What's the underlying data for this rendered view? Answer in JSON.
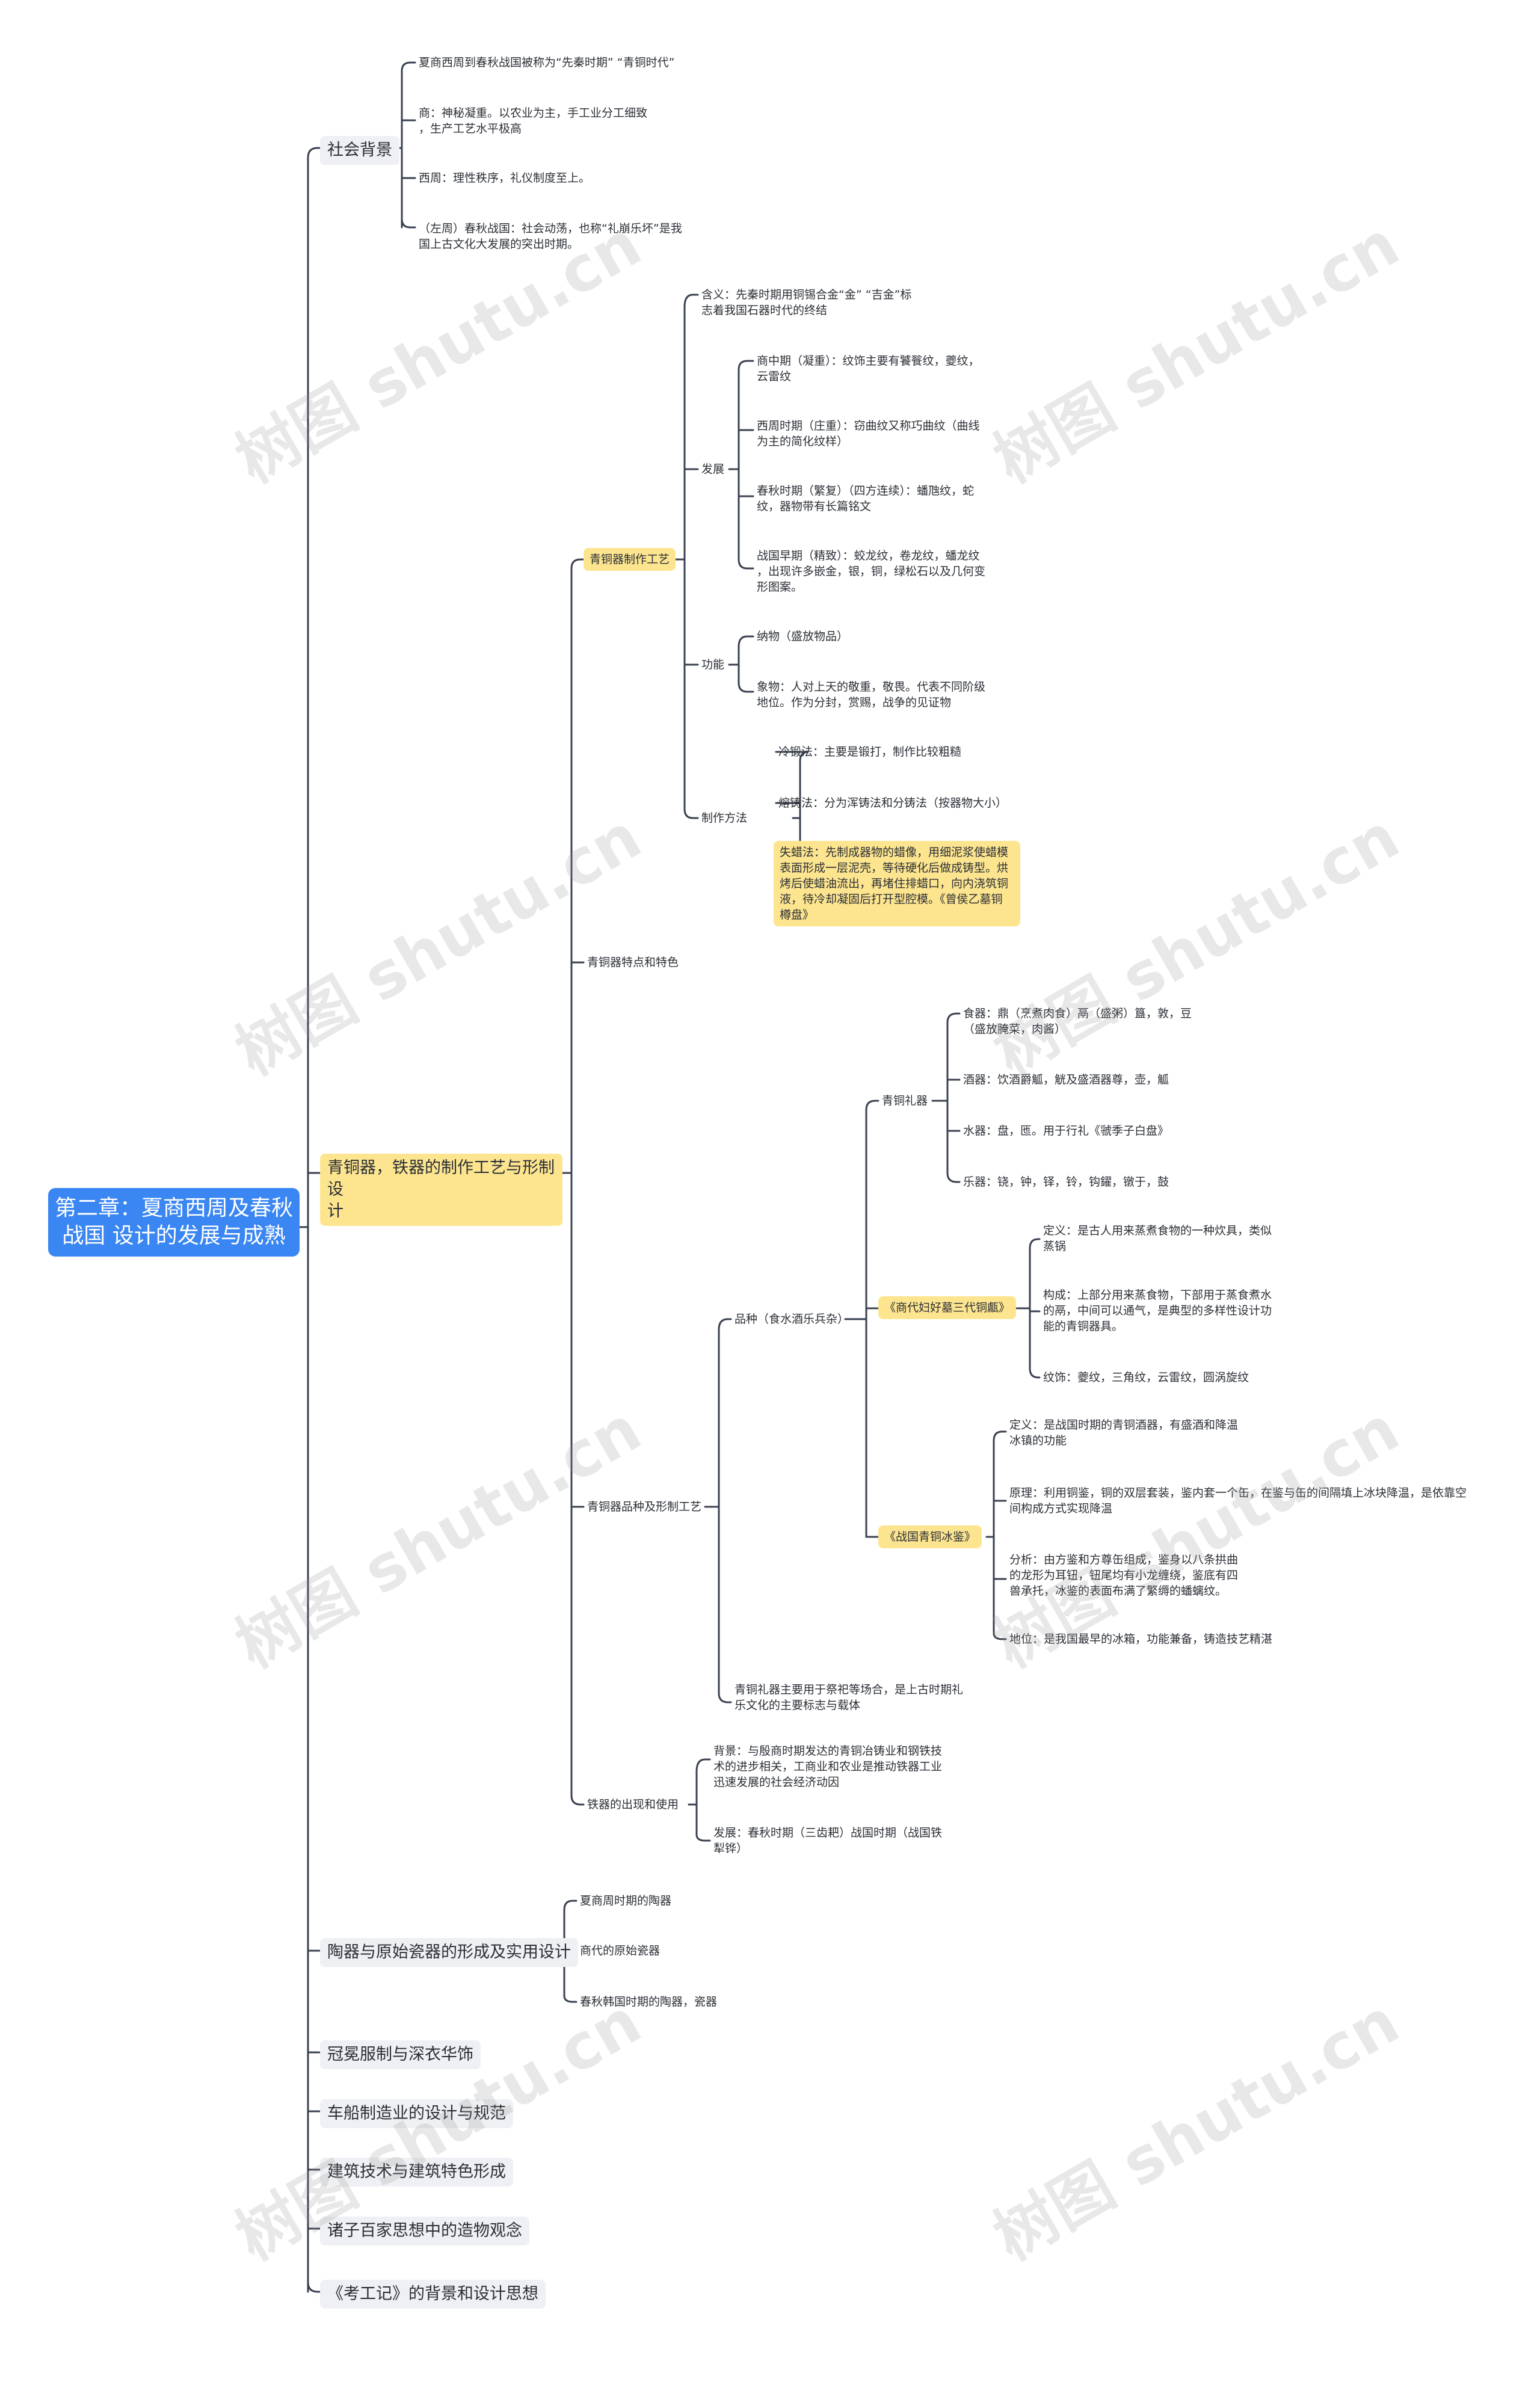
{
  "root": {
    "title": "第二章：夏商西周及春秋\n战国 设计的发展与成熟"
  },
  "watermark": "树图 shutu.cn",
  "social": {
    "label": "社会背景",
    "items": [
      "夏商西周到春秋战国被称为“先秦时期” “青铜时代”",
      "商：神秘凝重。以农业为主，手工业分工细致\n，生产工艺水平极高",
      "西周：理性秩序，礼仪制度至上。",
      "（左周）春秋战国：社会动荡，也称“礼崩乐坏”是我\n国上古文化大发展的突出时期。"
    ]
  },
  "bronze": {
    "label": "青铜器，铁器的制作工艺与形制设\n计",
    "craft": {
      "label": "青铜器制作工艺",
      "meaning": "含义：先秦时期用铜锡合金“金” “吉金”标\n志着我国石器时代的终结",
      "dev_label": "发展",
      "dev": [
        "商中期（凝重）：纹饰主要有饕餮纹，夔纹，\n云雷纹",
        "西周时期（庄重）：窃曲纹又称巧曲纹（曲线\n为主的简化纹样）",
        "春秋时期（繁复）（四方连续）：蟠虺纹，蛇\n纹，器物带有长篇铭文",
        "战国早期（精致）：蛟龙纹，卷龙纹，蟠龙纹\n，出现许多嵌金，银，铜，绿松石以及几何变\n形图案。"
      ],
      "func_label": "功能",
      "func": [
        "纳物（盛放物品）",
        "象物：人对上天的敬重，敬畏。代表不同阶级\n地位。作为分封，赏赐，战争的见证物"
      ],
      "method_label": "制作方法",
      "method": [
        "冷锻法：主要是锻打，制作比较粗糙",
        "熔铸法：分为浑铸法和分铸法（按器物大小）",
        "失蜡法：先制成器物的蜡像，用细泥浆使蜡模\n表面形成一层泥壳，等待硬化后做成铸型。烘\n烤后使蜡油流出，再堵住排蜡口，向内浇筑铜\n液，待冷却凝固后打开型腔模。《曾侯乙墓铜\n樽盘》"
      ]
    },
    "features": {
      "label": "青铜器特点和特色"
    },
    "types": {
      "label": "青铜器品种及形制工艺",
      "variety_label": "品种（食水酒乐兵杂）",
      "ritual_label": "青铜礼器",
      "ritual": [
        "食器：鼎（烹煮肉食）鬲（盛粥）簋，敦，豆\n（盛放腌菜，肉酱）",
        "酒器：饮酒爵觚，觥及盛酒器尊，壶，觚",
        "水器：盘，匜。用于行礼《虢季子白盘》",
        "乐器：铙，钟，铎，铃，钩鑃，镦于，鼓"
      ],
      "yan_label": "《商代妇好墓三代铜甗》",
      "yan": [
        "定义：是古人用来蒸煮食物的一种炊具，类似\n蒸锅",
        "构成：上部分用来蒸食物，下部用于蒸食煮水\n的鬲，中间可以通气，是典型的多样性设计功\n能的青铜器具。",
        "纹饰：夔纹，三角纹，云雷纹，圆涡旋纹"
      ],
      "jian_label": "《战国青铜冰鉴》",
      "jian": [
        "定义：是战国时期的青铜酒器，有盛酒和降温\n冰镇的功能",
        "原理：利用铜鉴，铜的双层套装，鉴内套一个缶，在鉴与缶的间隔填上冰块降温，是依靠空\n间构成方式实现降温",
        "分析：由方鉴和方尊缶组成，鉴身以八条拱曲\n的龙形为耳钮，钮尾均有小龙缠绕，鉴底有四\n兽承托，冰鉴的表面布满了繁缛的蟠螭纹。",
        "地位：是我国最早的冰箱，功能兼备，铸造技艺精湛"
      ],
      "summary": "青铜礼器主要用于祭祀等场合，是上古时期礼\n乐文化的主要标志与载体"
    },
    "iron": {
      "label": "铁器的出现和使用",
      "items": [
        "背景：与殷商时期发达的青铜冶铸业和钢铁技\n术的进步相关，工商业和农业是推动铁器工业\n迅速发展的社会经济动因",
        "发展：春秋时期（三齿耙）战国时期（战国铁\n犁铧）"
      ]
    }
  },
  "pottery": {
    "label": "陶器与原始瓷器的形成及实用设计",
    "items": [
      "夏商周时期的陶器",
      "商代的原始瓷器",
      "春秋韩国时期的陶器，瓷器"
    ]
  },
  "others": [
    "冠冕服制与深衣华饰",
    "车船制造业的设计与规范",
    "建筑技术与建筑特色形成",
    "诸子百家思想中的造物观念",
    "《考工记》的背景和设计思想"
  ]
}
